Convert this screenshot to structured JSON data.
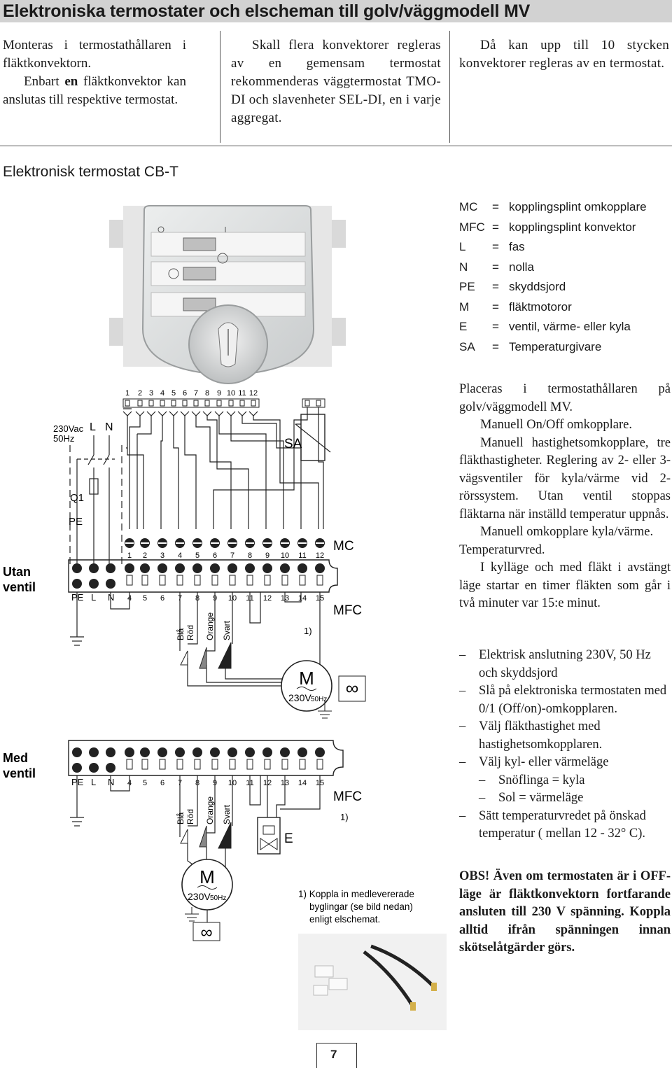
{
  "header": {
    "title": "Elektroniska termostater och elscheman till golv/väggmodell MV"
  },
  "intro": {
    "col1": {
      "p1": "Monteras i termostathållaren i fläktkonvektorn.",
      "p2_pre": "Enbart ",
      "p2_bold": "en",
      "p2_post": " fläktkonvektor kan anslutas till respektive termostat."
    },
    "col2": {
      "p1": "Skall flera konvektorer regleras av en gemensam termostat rekommenderas väggtermostat TMO-DI och slavenheter SEL-DI, en i varje aggregat."
    },
    "col3": {
      "p1": "Då kan upp till 10 stycken konvektorer regleras av en termostat."
    }
  },
  "section": {
    "heading": "Elektronisk termostat CB-T"
  },
  "legend": [
    {
      "abbr": "MC",
      "eq": "=",
      "text": "kopplingsplint omkopplare"
    },
    {
      "abbr": "MFC",
      "eq": "=",
      "text": "kopplingsplint konvektor"
    },
    {
      "abbr": "L",
      "eq": "=",
      "text": "fas"
    },
    {
      "abbr": "N",
      "eq": "=",
      "text": "nolla"
    },
    {
      "abbr": "PE",
      "eq": "=",
      "text": "skyddsjord"
    },
    {
      "abbr": "M",
      "eq": "=",
      "text": "fläktmotoror"
    },
    {
      "abbr": "E",
      "eq": "=",
      "text": "ventil, värme- eller kyla"
    },
    {
      "abbr": "SA",
      "eq": "=",
      "text": "Temperaturgivare"
    }
  ],
  "description": {
    "p1": "Placeras i termostathållaren på golv/väggmodell MV.",
    "p2": "Manuell On/Off omkopplare.",
    "p3": "Manuell hastighetsomkopplare, tre fläkthastigheter. Reglering av 2- eller 3-vägsventiler för kyla/värme vid 2-rörssystem. Utan ventil stoppas fläktarna när inställd temperatur uppnås.",
    "p4": "Manuell omkopplare kyla/värme.",
    "p5": "Temperaturvred.",
    "p6": "I kylläge och med fläkt i avstängt läge startar en timer fläkten som går i två minuter var 15:e minut."
  },
  "steps": {
    "dash": "–",
    "items": [
      "Elektrisk anslutning 230V, 50 Hz och skyddsjord",
      "Slå på elektroniska termostaten med 0/1 (Off/on)-omkopplaren.",
      "Välj fläkthastighet med hastighetsomkopplaren.",
      "Välj kyl- eller värmeläge"
    ],
    "sub": [
      "Snöflinga = kyla",
      "Sol = värmeläge"
    ],
    "last": "Sätt temperaturvredet på önskad temperatur ( mellan 12 - 32° C)."
  },
  "warning": {
    "text": "OBS! Även om termostaten är i OFF-läge är fläktkonvektorn fortfarande ansluten till 230 V spänning. Koppla alltid ifrån spänningen innan skötselåtgärder görs."
  },
  "diagram": {
    "labels": {
      "utan": "Utan ventil",
      "utan_l1": "Utan",
      "utan_l2": "ventil",
      "med_l1": "Med",
      "med_l2": "ventil",
      "supply": "230Vac",
      "freq": "50Hz",
      "L": "L",
      "N": "N",
      "Q1": "Q1",
      "PE": "PE",
      "SA": "SA",
      "MC": "MC",
      "MFC": "MFC",
      "note_ref": "1)",
      "E": "E",
      "motor": "M",
      "motor_volt": "230V",
      "motor_hz": "50Hz",
      "blue": "Blå",
      "red": "Röd",
      "orange": "Orange",
      "black": "Svart",
      "footnote": "1) Koppla in medlevererade byglingar (se bild nedan) enligt elschemat.",
      "footnote_l1": "1) Koppla in medlevererade",
      "footnote_l2": "byglingar (se bild nedan)",
      "footnote_l3": "enligt elschemat.",
      "top_numbers": [
        "1",
        "2",
        "3",
        "4",
        "5",
        "6",
        "7",
        "8",
        "9",
        "10",
        "11",
        "12"
      ],
      "mc_numbers": [
        "1",
        "2",
        "3",
        "4",
        "5",
        "6",
        "7",
        "8",
        "9",
        "10",
        "11",
        "12"
      ],
      "mfc_numbers": [
        "4",
        "5",
        "6",
        "7",
        "8",
        "9",
        "10",
        "11",
        "12",
        "13",
        "14",
        "15"
      ]
    }
  },
  "footer": {
    "page": "7"
  }
}
